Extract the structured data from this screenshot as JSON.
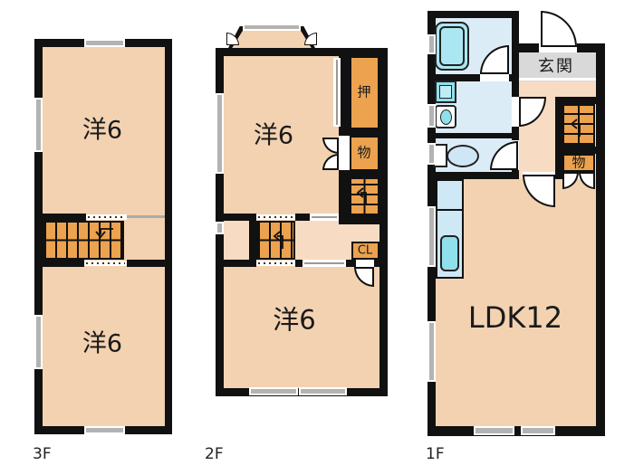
{
  "floor3": {
    "label": "3F",
    "room_top": "洋6",
    "room_bottom": "洋6"
  },
  "floor2": {
    "label": "2F",
    "room_top": "洋6",
    "room_bottom": "洋6",
    "closet_oshiire": "押",
    "closet_mono": "物",
    "closet_cl": "CL"
  },
  "floor1": {
    "label": "1F",
    "entrance": "玄関",
    "storage_mono": "物",
    "living": "LDK12"
  },
  "colors": {
    "wall": "#111111",
    "room_peach": "#f3d2b1",
    "hall_peach": "#f7dcc3",
    "stair_orange": "#eca24f",
    "water_blue": "#dcecf7",
    "fixture_teal": "#8fe0ec",
    "genkan_gray": "#d9d9d9",
    "window_gray": "#b3b3b3"
  }
}
